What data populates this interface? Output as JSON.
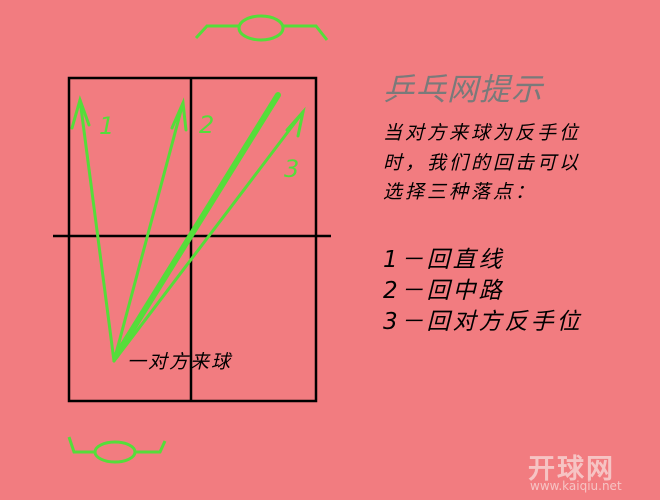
{
  "colors": {
    "background": "#f27c80",
    "table_line": "#000000",
    "arrow": "#55dd3a",
    "title": "#7a7a7a"
  },
  "title": "乒乓网提示",
  "description_lines": [
    "当对方来球为反手位",
    "时，我们的回击可以",
    "选择三种落点："
  ],
  "options": [
    "1－回直线",
    "2－回中路",
    "3－回对方反手位"
  ],
  "arrow_labels": [
    "1",
    "2",
    "3"
  ],
  "incoming_ball_label": "一对方来球",
  "icons": [
    "player-top-icon",
    "player-bottom-icon"
  ],
  "watermark": {
    "text": "开球网",
    "url": "www.kaiqiu.net"
  }
}
